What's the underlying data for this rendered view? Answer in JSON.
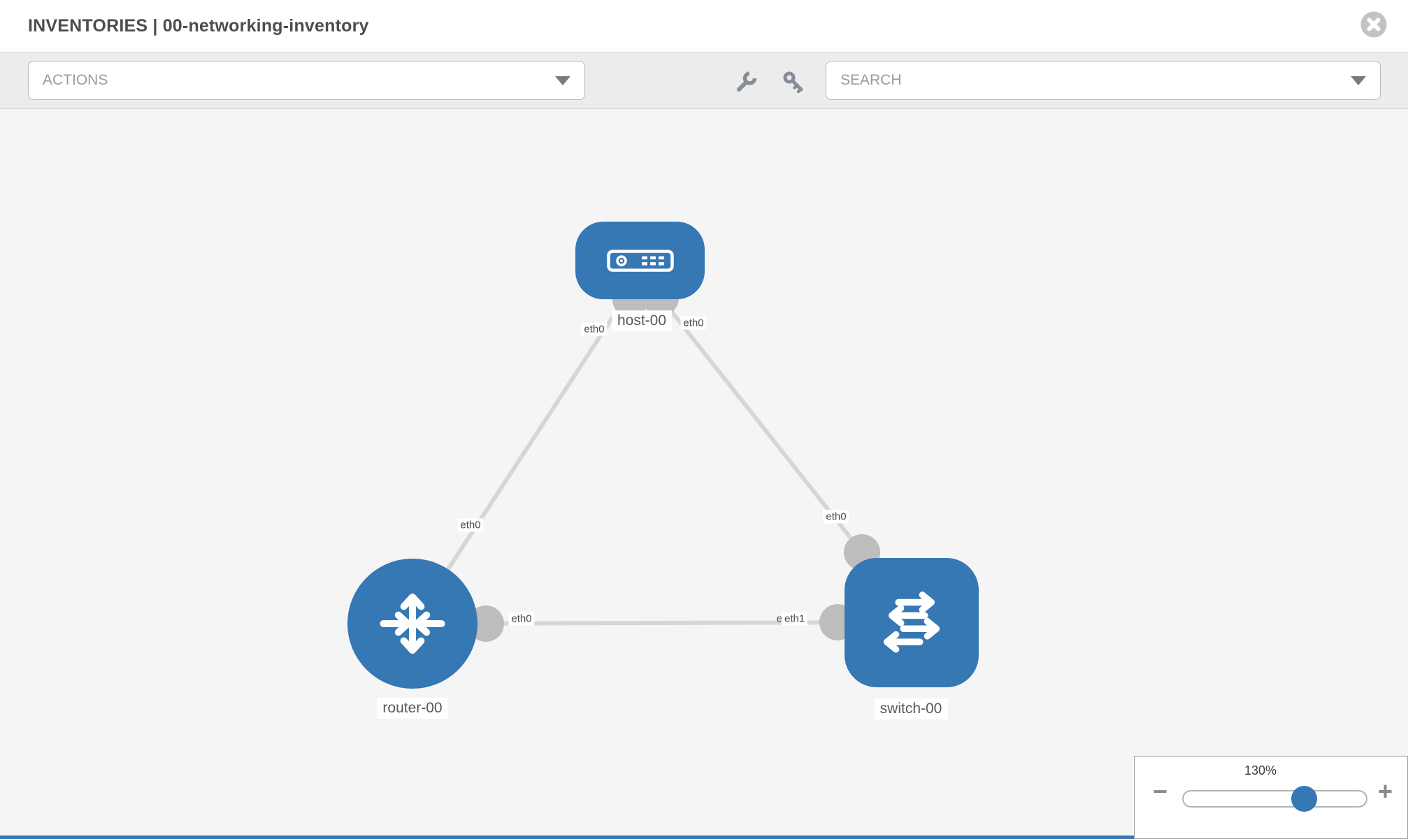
{
  "header": {
    "title": "INVENTORIES | 00-networking-inventory"
  },
  "toolbar": {
    "actions_placeholder": "ACTIONS",
    "search_placeholder": "SEARCH",
    "icons": [
      "wrench-icon",
      "key-icon"
    ]
  },
  "diagram": {
    "nodes": [
      {
        "id": "host-00",
        "type": "host",
        "label": "host-00"
      },
      {
        "id": "router-00",
        "type": "router",
        "label": "router-00"
      },
      {
        "id": "switch-00",
        "type": "switch",
        "label": "switch-00"
      }
    ],
    "links": [
      {
        "from": "router-00",
        "from_interface": "eth0",
        "to": "host-00",
        "to_interface": "eth0"
      },
      {
        "from": "host-00",
        "from_interface": "eth0",
        "to": "switch-00",
        "to_interface": "eth0"
      },
      {
        "from": "router-00",
        "from_interface": "eth0",
        "to": "switch-00",
        "to_interface_back": "eth0",
        "to_interface_front": "eth1"
      }
    ]
  },
  "zoom_control": {
    "value": "130%",
    "minus_glyph": "−",
    "plus_glyph": "+"
  },
  "colors": {
    "node_blue": "#3678b4",
    "link_gray": "#d6d6d6",
    "connector_gray": "#bdbdbd",
    "canvas_bg": "#f5f5f5",
    "toolbar_bg": "#ececec"
  }
}
